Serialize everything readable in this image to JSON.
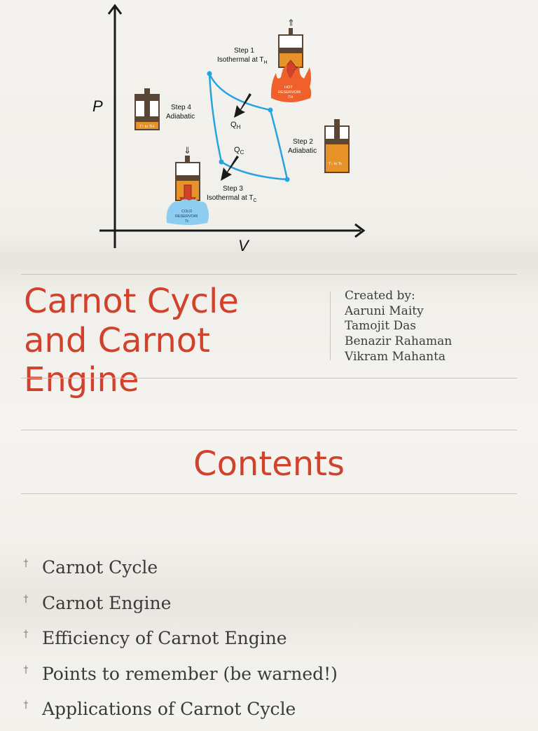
{
  "colors": {
    "title_red": "#d2412b",
    "cycle_blue": "#29a3e0",
    "piston_brown": "#5a4636",
    "gas_orange": "#e8922a",
    "hot_flame": "#f0602a",
    "cold_reservoir": "#8ecdf2"
  },
  "diagram": {
    "axis_p": "P",
    "axis_v": "V",
    "step1_title": "Step 1",
    "step1_desc": "Isothermal at T",
    "step1_sub": "H",
    "step2_title": "Step 2",
    "step2_desc": "Adiabatic",
    "step3_title": "Step 3",
    "step3_desc": "Isothermal at T",
    "step3_sub": "C",
    "step4_title": "Step 4",
    "step4_desc": "Adiabatic",
    "qh": "Q",
    "qh_sub": "H",
    "qc": "Q",
    "qc_sub": "C",
    "hot_reservoir_line1": "HOT",
    "hot_reservoir_line2": "RESERVOIR",
    "hot_reservoir_line3": "TH",
    "cold_reservoir_line1": "COLD",
    "cold_reservoir_line2": "RESERVOIR",
    "cold_reservoir_line3": "Tc",
    "piston_step2_label": "T↓ to Tc",
    "piston_step4_label": "T↑ to TH",
    "up_arrow_glyph": "⇑",
    "down_arrow_glyph": "⇓"
  },
  "slide1": {
    "title": "Carnot Cycle\nand Carnot\nEngine",
    "created_by_label": "Created by:",
    "authors": [
      "Aaruni Maity",
      "Tamojit Das",
      "Benazir Rahaman",
      "Vikram Mahanta"
    ]
  },
  "slide2": {
    "heading": "Contents",
    "bullet_icon": "cross-bullet-icon",
    "bullet_glyph": "†",
    "items": [
      "Carnot Cycle",
      "Carnot Engine",
      "Efficiency of Carnot Engine",
      "Points to remember (be warned!)",
      "Applications of Carnot Cycle"
    ]
  }
}
